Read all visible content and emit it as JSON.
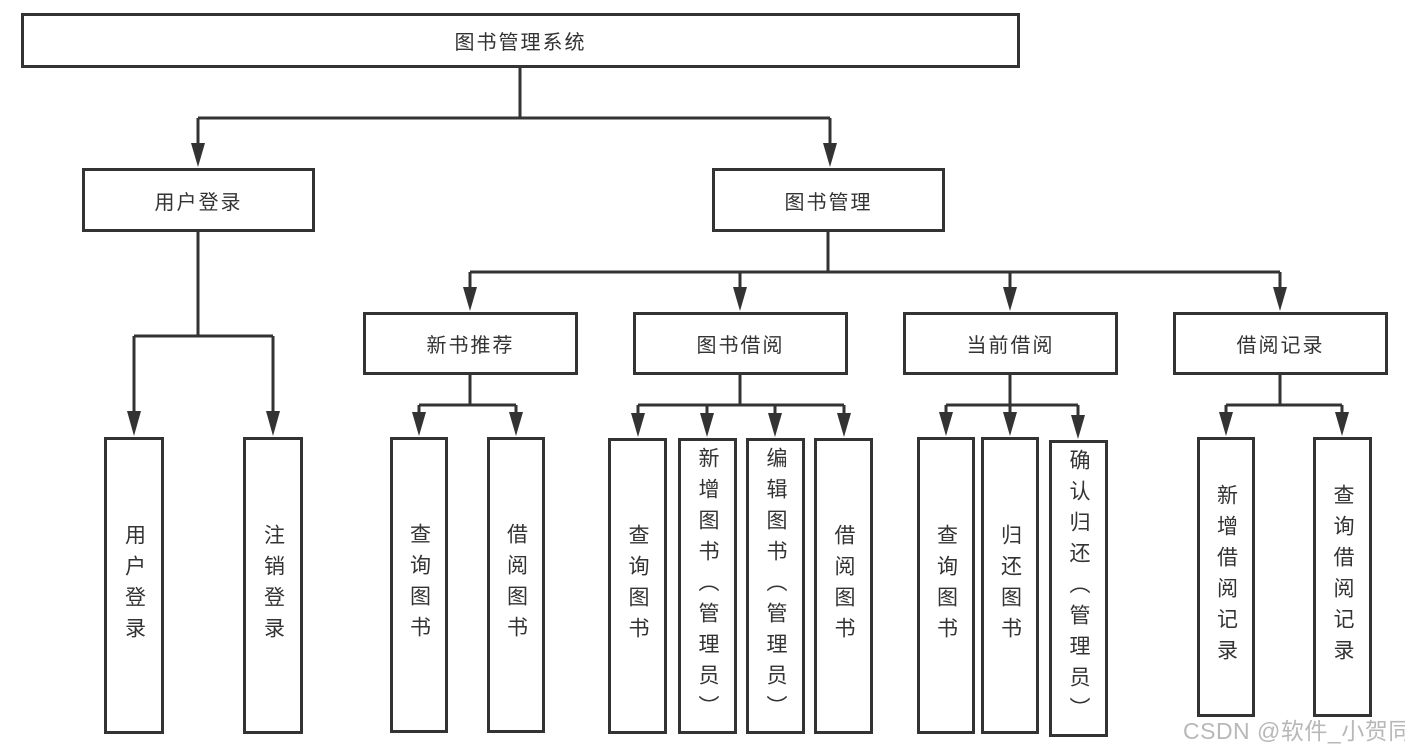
{
  "diagram": {
    "root": {
      "label": "图书管理系统"
    },
    "modules": [
      {
        "label": "用户登录",
        "children": [
          {
            "label": "用户登录"
          },
          {
            "label": "注销登录"
          }
        ]
      },
      {
        "label": "图书管理",
        "children": [
          {
            "label": "新书推荐",
            "children": [
              {
                "label": "查询图书"
              },
              {
                "label": "借阅图书"
              }
            ]
          },
          {
            "label": "图书借阅",
            "children": [
              {
                "label": "查询图书"
              },
              {
                "label": "新增图书（管理员）"
              },
              {
                "label": "编辑图书（管理员）"
              },
              {
                "label": "借阅图书"
              }
            ]
          },
          {
            "label": "当前借阅",
            "children": [
              {
                "label": "查询图书"
              },
              {
                "label": "归还图书"
              },
              {
                "label": "确认归还（管理员）"
              }
            ]
          },
          {
            "label": "借阅记录",
            "children": [
              {
                "label": "新增借阅记录"
              },
              {
                "label": "查询借阅记录"
              }
            ]
          }
        ]
      }
    ]
  },
  "watermark": {
    "text": "CSDN @软件_小贺同学"
  },
  "colors": {
    "line": "#333333",
    "text": "#333333",
    "background": "#ffffff",
    "watermark_text": "#807b7e"
  }
}
